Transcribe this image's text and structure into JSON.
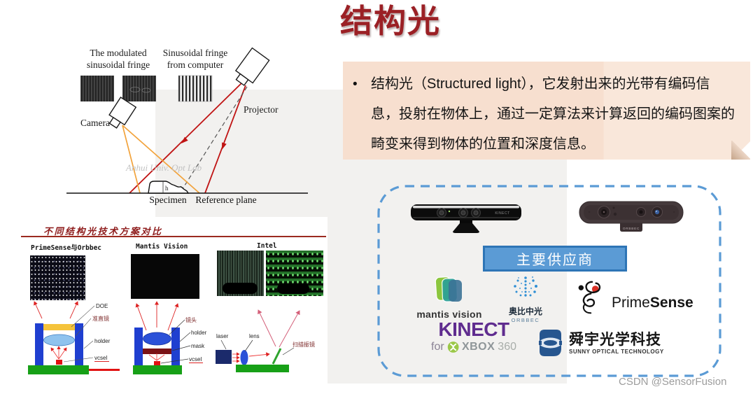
{
  "slide": {
    "title": "结构光"
  },
  "description": {
    "bullet": "•",
    "text": "结构光（Structured light），它发射出来的光带有编码信息，投射在物体上，通过一定算法来计算返回的编码图案的畸变来得到物体的位置和深度信息。"
  },
  "fringe_diagram": {
    "label_modulated_line1": "The modulated",
    "label_modulated_line2": "sinusoidal fringe",
    "label_computer_line1": "Sinusoidal fringe",
    "label_computer_line2": "from computer",
    "camera_label": "Camera",
    "projector_label": "Projector",
    "specimen_label": "Specimen",
    "reference_plane_label": "Reference plane",
    "height_label": "h",
    "watermark": "Anhui Univ. Opt Lab"
  },
  "comparison": {
    "title": "不同结构光技术方案对比",
    "columns": [
      {
        "header": "PrimeSense与Orbbec",
        "labels": [
          "DOE",
          "准直镜",
          "holder",
          "vcsel"
        ]
      },
      {
        "header": "Mantis Vision",
        "labels": [
          "镜头",
          "holder",
          "mask",
          "vcsel"
        ]
      },
      {
        "header": "Intel",
        "labels": [
          "laser",
          "lens",
          "扫描振镜"
        ]
      }
    ]
  },
  "suppliers": {
    "badge": "主要供应商",
    "kinect_device_text": "KINECT",
    "orbbec_device_text": "ORBBEC",
    "mantis": {
      "name": "mantis vision"
    },
    "orbbec": {
      "name_cn": "奥比中光",
      "name_en": "ORBBEC"
    },
    "primesense": {
      "prime": "Prime",
      "sense": "Sense"
    },
    "kinect": {
      "name": "KINECT",
      "for_text": "for",
      "xbox": "XBOX",
      "x360": "360"
    },
    "sunny": {
      "name_cn": "舜宇光学科技",
      "name_en": "SUNNY OPTICAL TECHNOLOGY"
    }
  },
  "watermark": "CSDN @SensorFusion",
  "colors": {
    "title_red": "#9b2025",
    "desc_box_peach": "#f7dfcf",
    "accent_blue": "#5b9bd5",
    "badge_border_blue": "#2e75b6",
    "comparison_red": "#8e1b1b",
    "kinect_purple": "#5f2c8f",
    "xbox_green": "#9bc848",
    "gray_panel": "#f2f1ef"
  }
}
